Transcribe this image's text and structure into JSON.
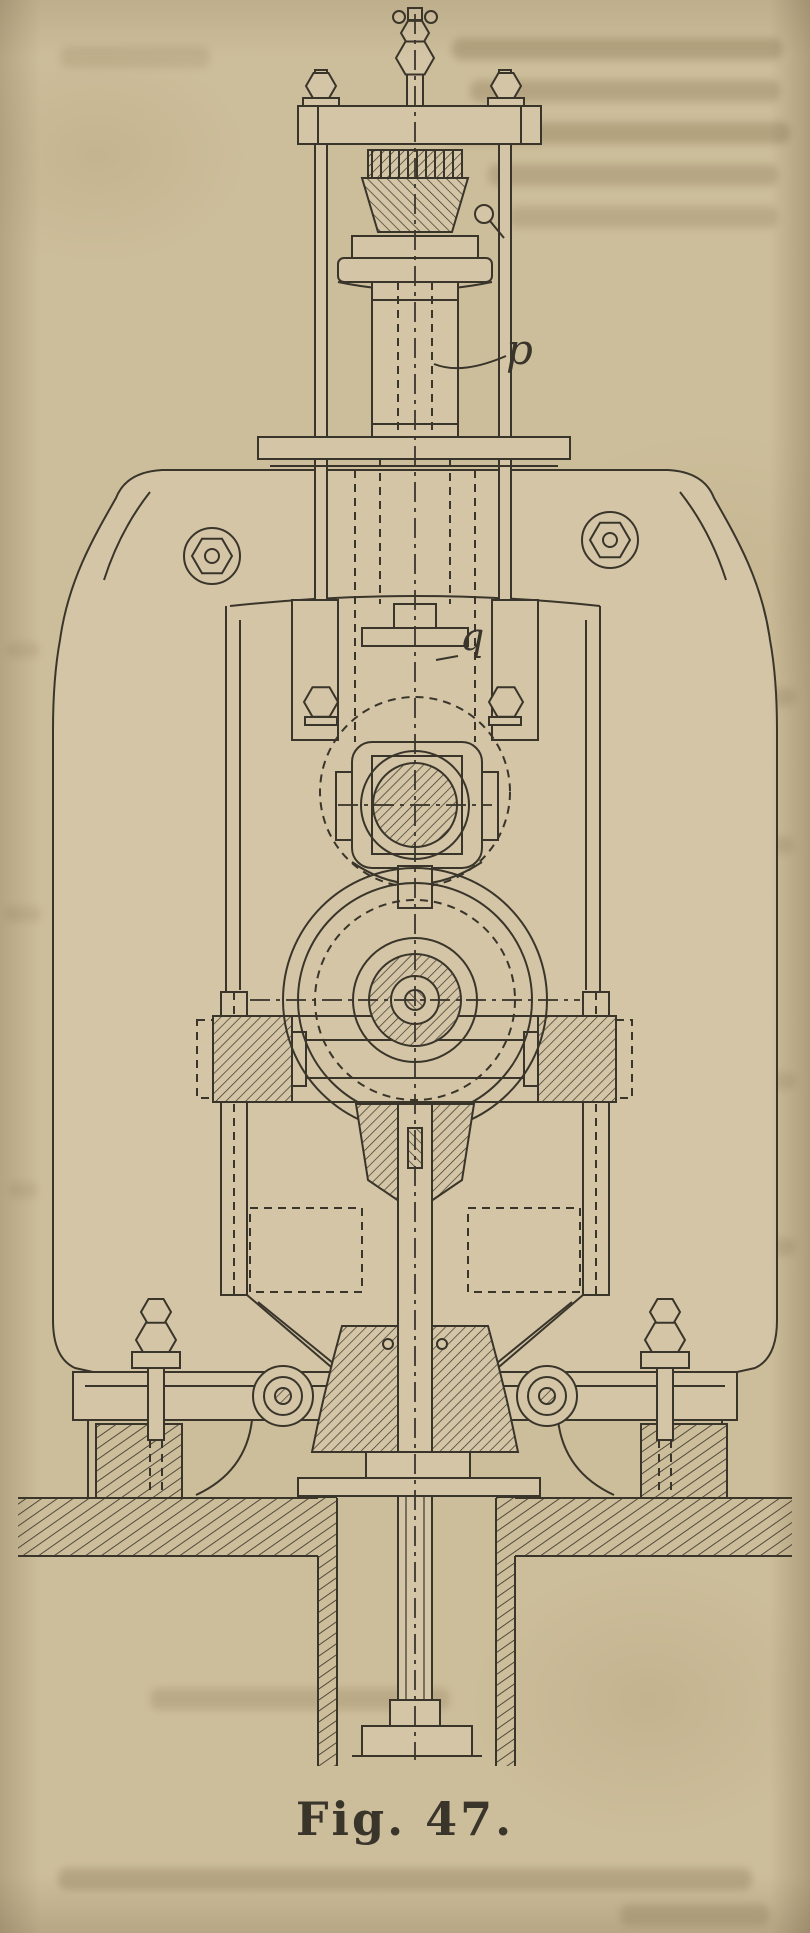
{
  "figure": {
    "caption": "Fig. 47.",
    "label_p": "p",
    "label_q": "q"
  },
  "colors": {
    "paper": "#cdbe9b",
    "paper_light": "#d3c5a5",
    "ink": "#3a352b",
    "ghost": "#7a6440"
  }
}
